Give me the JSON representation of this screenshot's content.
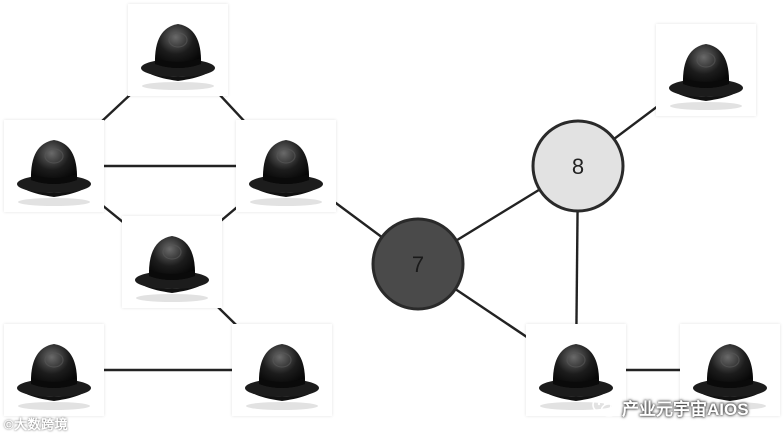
{
  "diagram": {
    "nodes": [
      {
        "id": "h1",
        "kind": "hat"
      },
      {
        "id": "h2",
        "kind": "hat"
      },
      {
        "id": "h3",
        "kind": "hat"
      },
      {
        "id": "h4",
        "kind": "hat"
      },
      {
        "id": "h5",
        "kind": "hat"
      },
      {
        "id": "h6",
        "kind": "hat"
      },
      {
        "id": "h7",
        "kind": "hat"
      },
      {
        "id": "n7",
        "kind": "circle",
        "label": "7",
        "fill": "#4a4a4a",
        "text_color": "#1a1a1a"
      },
      {
        "id": "n8",
        "kind": "circle",
        "label": "8",
        "fill": "#e2e2e2",
        "text_color": "#222222"
      },
      {
        "id": "h8",
        "kind": "hat"
      },
      {
        "id": "h9",
        "kind": "hat"
      },
      {
        "id": "h10",
        "kind": "hat"
      }
    ],
    "edges": [
      [
        "h1",
        "h2"
      ],
      [
        "h1",
        "h3"
      ],
      [
        "h2",
        "h3"
      ],
      [
        "h2",
        "h4"
      ],
      [
        "h3",
        "h4"
      ],
      [
        "h4",
        "h7"
      ],
      [
        "h3",
        "n7"
      ],
      [
        "h6",
        "h7"
      ],
      [
        "n7",
        "n8"
      ],
      [
        "n7",
        "h9"
      ],
      [
        "n8",
        "h8"
      ],
      [
        "n8",
        "h9"
      ],
      [
        "h9",
        "h10"
      ]
    ]
  },
  "colors": {
    "edge": "#222222",
    "circle_stroke": "#2a2a2a",
    "hat_body": "#1c1c1c"
  },
  "watermarks": {
    "left": "©大数跨境",
    "right": "产业元宇宙AIOS",
    "right_icon": "wechat-icon"
  }
}
